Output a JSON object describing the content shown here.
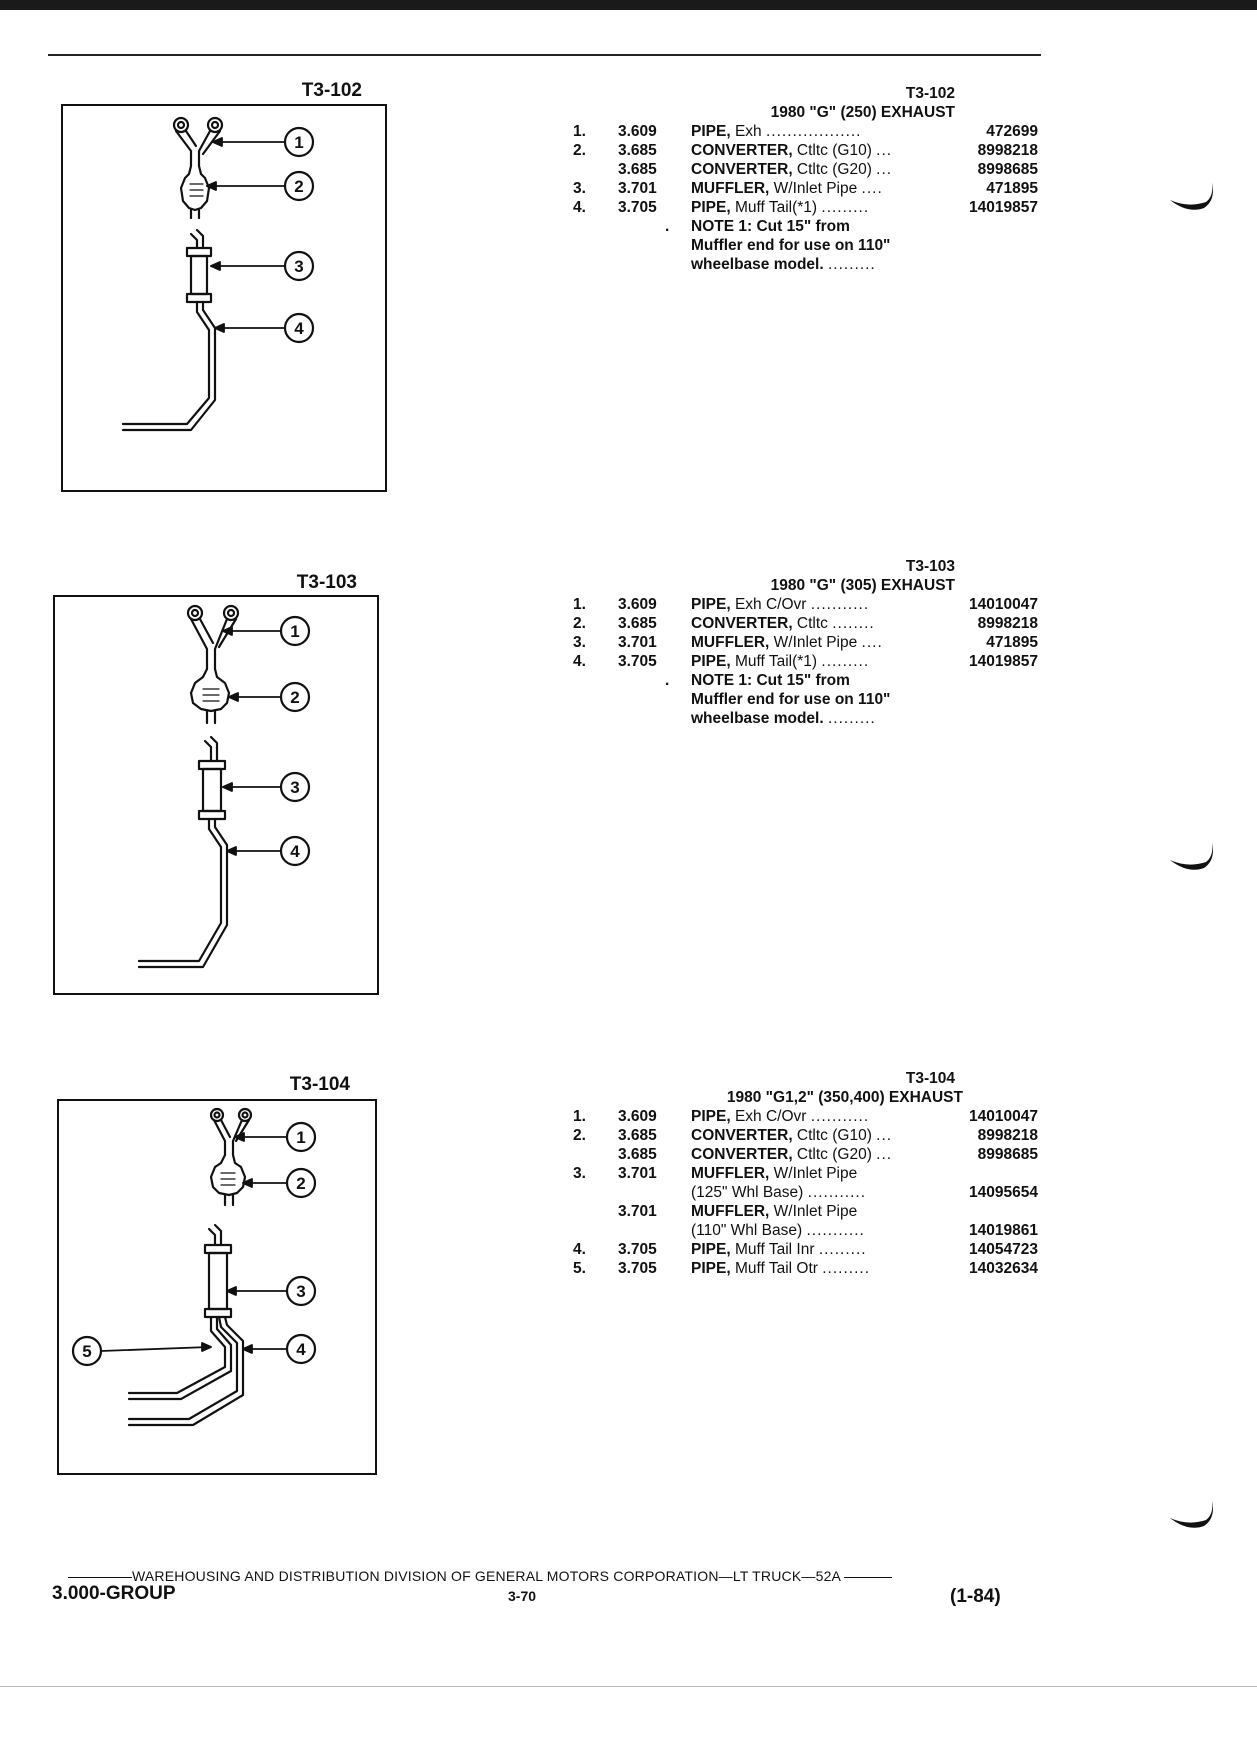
{
  "sections": [
    {
      "figure_label": "T3-102",
      "code": "T3-102",
      "title": "1980 \"G\" (250) EXHAUST",
      "items": [
        {
          "num": "1.",
          "group": "3.609",
          "name": "PIPE,",
          "detail": " Exh",
          "part": "472699"
        },
        {
          "num": "2.",
          "group": "3.685",
          "name": "CONVERTER,",
          "detail": " Ctltc (G10)",
          "part": "8998218"
        },
        {
          "num": "",
          "group": "3.685",
          "name": "CONVERTER,",
          "detail": " Ctltc (G20)",
          "part": "8998685"
        },
        {
          "num": "3.",
          "group": "3.701",
          "name": "MUFFLER,",
          "detail": " W/Inlet Pipe",
          "part": "471895"
        },
        {
          "num": "4.",
          "group": "3.705",
          "name": "PIPE,",
          "detail": " Muff Tail(*1)",
          "part": "14019857"
        }
      ],
      "note": [
        "NOTE 1: Cut 15\" from",
        "Muffler end for use on 110\"",
        "wheelbase model."
      ]
    },
    {
      "figure_label": "T3-103",
      "code": "T3-103",
      "title": "1980 \"G\" (305) EXHAUST",
      "items": [
        {
          "num": "1.",
          "group": "3.609",
          "name": "PIPE,",
          "detail": " Exh C/Ovr",
          "part": "14010047"
        },
        {
          "num": "2.",
          "group": "3.685",
          "name": "CONVERTER,",
          "detail": " Ctltc",
          "part": "8998218"
        },
        {
          "num": "3.",
          "group": "3.701",
          "name": "MUFFLER,",
          "detail": " W/Inlet Pipe",
          "part": "471895"
        },
        {
          "num": "4.",
          "group": "3.705",
          "name": "PIPE,",
          "detail": " Muff Tail(*1)",
          "part": "14019857"
        }
      ],
      "note": [
        "NOTE 1: Cut 15\" from",
        "Muffler end for use on 110\"",
        "wheelbase model."
      ]
    },
    {
      "figure_label": "T3-104",
      "code": "T3-104",
      "title": "1980 \"G1,2\" (350,400) EXHAUST",
      "items": [
        {
          "num": "1.",
          "group": "3.609",
          "name": "PIPE,",
          "detail": " Exh C/Ovr",
          "part": "14010047"
        },
        {
          "num": "2.",
          "group": "3.685",
          "name": "CONVERTER,",
          "detail": " Ctltc (G10)",
          "part": "8998218"
        },
        {
          "num": "",
          "group": "3.685",
          "name": "CONVERTER,",
          "detail": " Ctltc (G20)",
          "part": "8998685"
        },
        {
          "num": "3.",
          "group": "3.701",
          "name": "MUFFLER,",
          "detail": " W/Inlet Pipe",
          "part": ""
        },
        {
          "num": "",
          "group": "",
          "name": "",
          "detail": "(125\" Whl Base)",
          "part": "14095654"
        },
        {
          "num": "",
          "group": "3.701",
          "name": "MUFFLER,",
          "detail": " W/Inlet Pipe",
          "part": ""
        },
        {
          "num": "",
          "group": "",
          "name": "",
          "detail": "(110\" Whl Base)",
          "part": "14019861"
        },
        {
          "num": "4.",
          "group": "3.705",
          "name": "PIPE,",
          "detail": " Muff Tail Inr",
          "part": "14054723"
        },
        {
          "num": "5.",
          "group": "3.705",
          "name": "PIPE,",
          "detail": " Muff Tail Otr",
          "part": "14032634"
        }
      ],
      "note": []
    }
  ],
  "callouts": [
    "1",
    "2",
    "3",
    "4",
    "5"
  ],
  "footer": {
    "division": "WAREHOUSING AND DISTRIBUTION DIVISION OF GENERAL MOTORS CORPORATION—LT TRUCK—52A",
    "group": "3.000-GROUP",
    "page": "3-70",
    "date": "(1-84)"
  }
}
